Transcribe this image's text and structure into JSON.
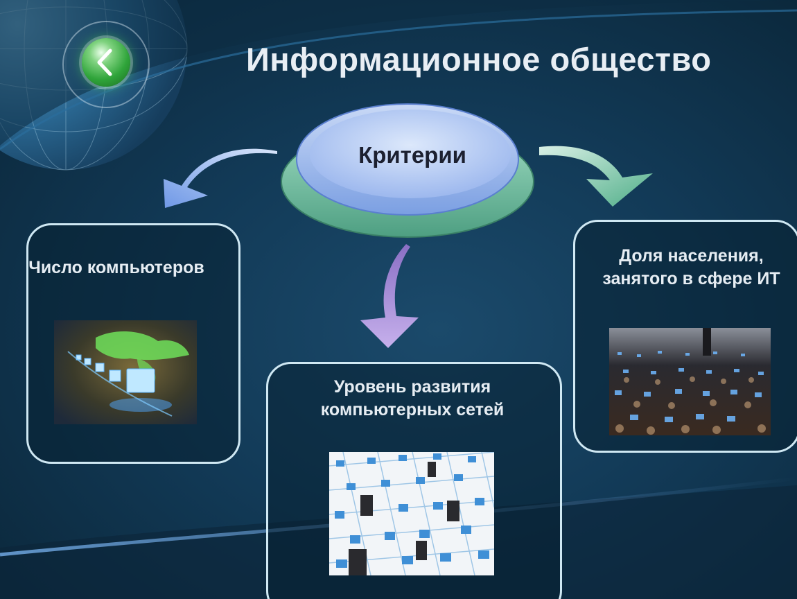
{
  "title": "Информационное общество",
  "center": {
    "label": "Критерии"
  },
  "criteria": [
    {
      "label": "Число компьютеров"
    },
    {
      "label": "Уровень развития компьютерных сетей"
    },
    {
      "label": "Доля населения, занятого в сфере ИТ"
    }
  ],
  "colors": {
    "background": "#123a57",
    "box_border": "#cfe8f3",
    "arrow_left": "#7aa3ea",
    "arrow_middle": "#b69be0",
    "arrow_right": "#6fc0a0",
    "hub_top": "#8fb0ec",
    "hub_base": "#6fc0a4"
  },
  "icons": {
    "back": "chevron-left-icon"
  }
}
